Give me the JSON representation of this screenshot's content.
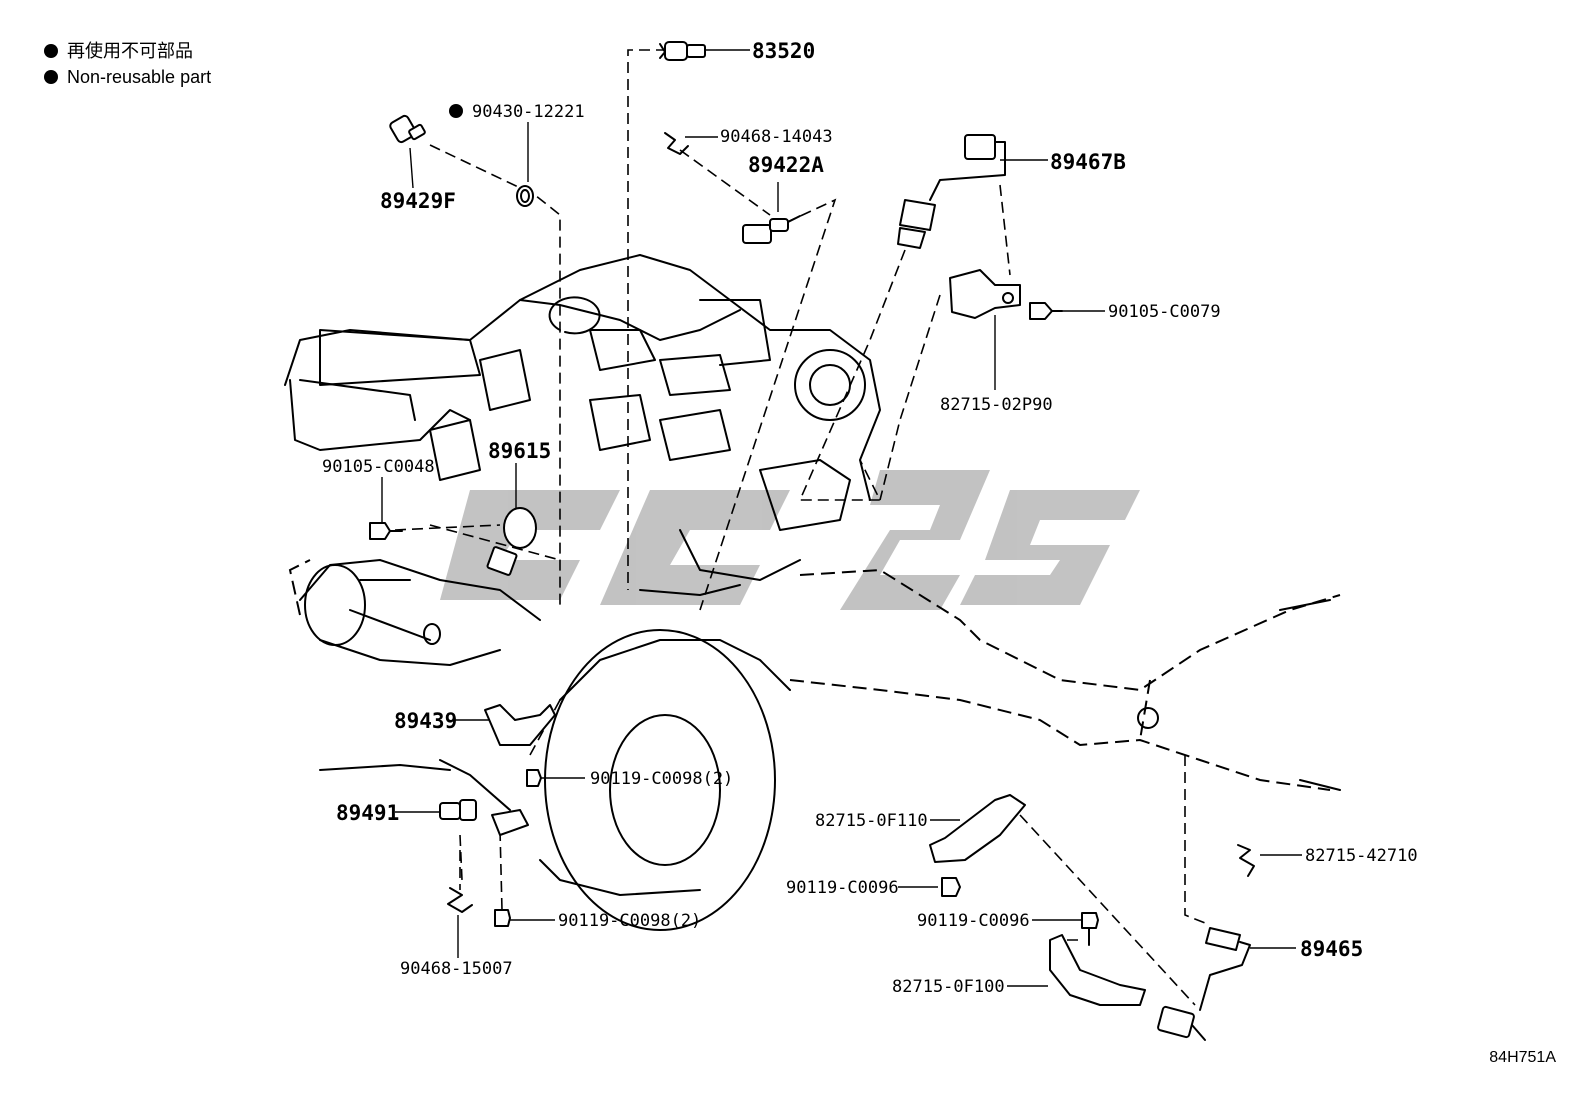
{
  "legend": {
    "line_jp": "再使用不可部品",
    "line_en": "Non-reusable part"
  },
  "diagram_code": "84H751A",
  "parts": {
    "p83520": "83520",
    "p90430": "90430-12221",
    "p89429F": "89429F",
    "p90468_14043": "90468-14043",
    "p89422A": "89422A",
    "p89467B": "89467B",
    "p90105_C0079": "90105-C0079",
    "p82715_02P90": "82715-02P90",
    "p90105_C0048": "90105-C0048",
    "p89615": "89615",
    "p89439": "89439",
    "p90119_C0098_a": "90119-C0098(2)",
    "p89491": "89491",
    "p90119_C0098_b": "90119-C0098(2)",
    "p90468_15007": "90468-15007",
    "p82715_0F110": "82715-0F110",
    "p90119_C0096_a": "90119-C0096",
    "p90119_C0096_b": "90119-C0096",
    "p82715_0F100": "82715-0F100",
    "p82715_42710": "82715-42710",
    "p89465": "89465"
  },
  "non_reusable_marks": [
    "90430-12221"
  ],
  "colors": {
    "line": "#000000",
    "watermark": "#b4b4b4",
    "background": "#ffffff"
  }
}
